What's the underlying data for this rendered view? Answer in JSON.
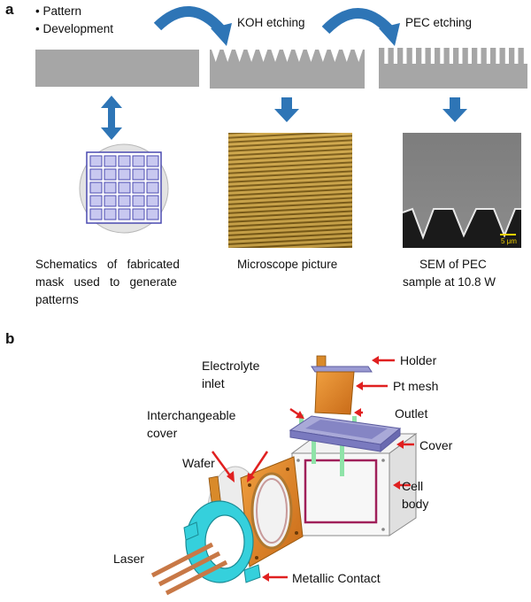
{
  "panel_a": {
    "letter": "a",
    "bullets": [
      "• Pattern",
      "• Development"
    ],
    "step_labels": {
      "koh": "KOH etching",
      "pec": "PEC etching"
    },
    "captions": {
      "mask_line1": "Schematics   of   fabricated",
      "mask_line2": "mask   used   to   generate",
      "mask_line3": "patterns",
      "microscope": "Microscope picture",
      "sem_line1": "SEM of PEC",
      "sem_line2": "sample at 10.8 W"
    },
    "scale_bar": "5 μm"
  },
  "panel_b": {
    "letter": "b",
    "labels": {
      "holder": "Holder",
      "electrolyte_line1": "Electrolyte",
      "electrolyte_line2": "inlet",
      "pt_mesh": "Pt mesh",
      "outlet": "Outlet",
      "interchangeable_line1": "Interchangeable",
      "interchangeable_line2": "cover",
      "cover": "Cover",
      "wafer": "Wafer",
      "cell_line1": "Cell",
      "cell_line2": "body",
      "laser": "Laser",
      "metallic_contact": "Metallic Contact"
    }
  },
  "colors": {
    "blue_arrow": "#2e75b6",
    "red_arrow": "#e02020",
    "substrate_grey": "#a6a6a6",
    "laser_copper": "#c87846",
    "ring_cyan": "#35d0dc",
    "plate_orange": "#e08a2a",
    "holder_purple": "#8f8fc8"
  }
}
